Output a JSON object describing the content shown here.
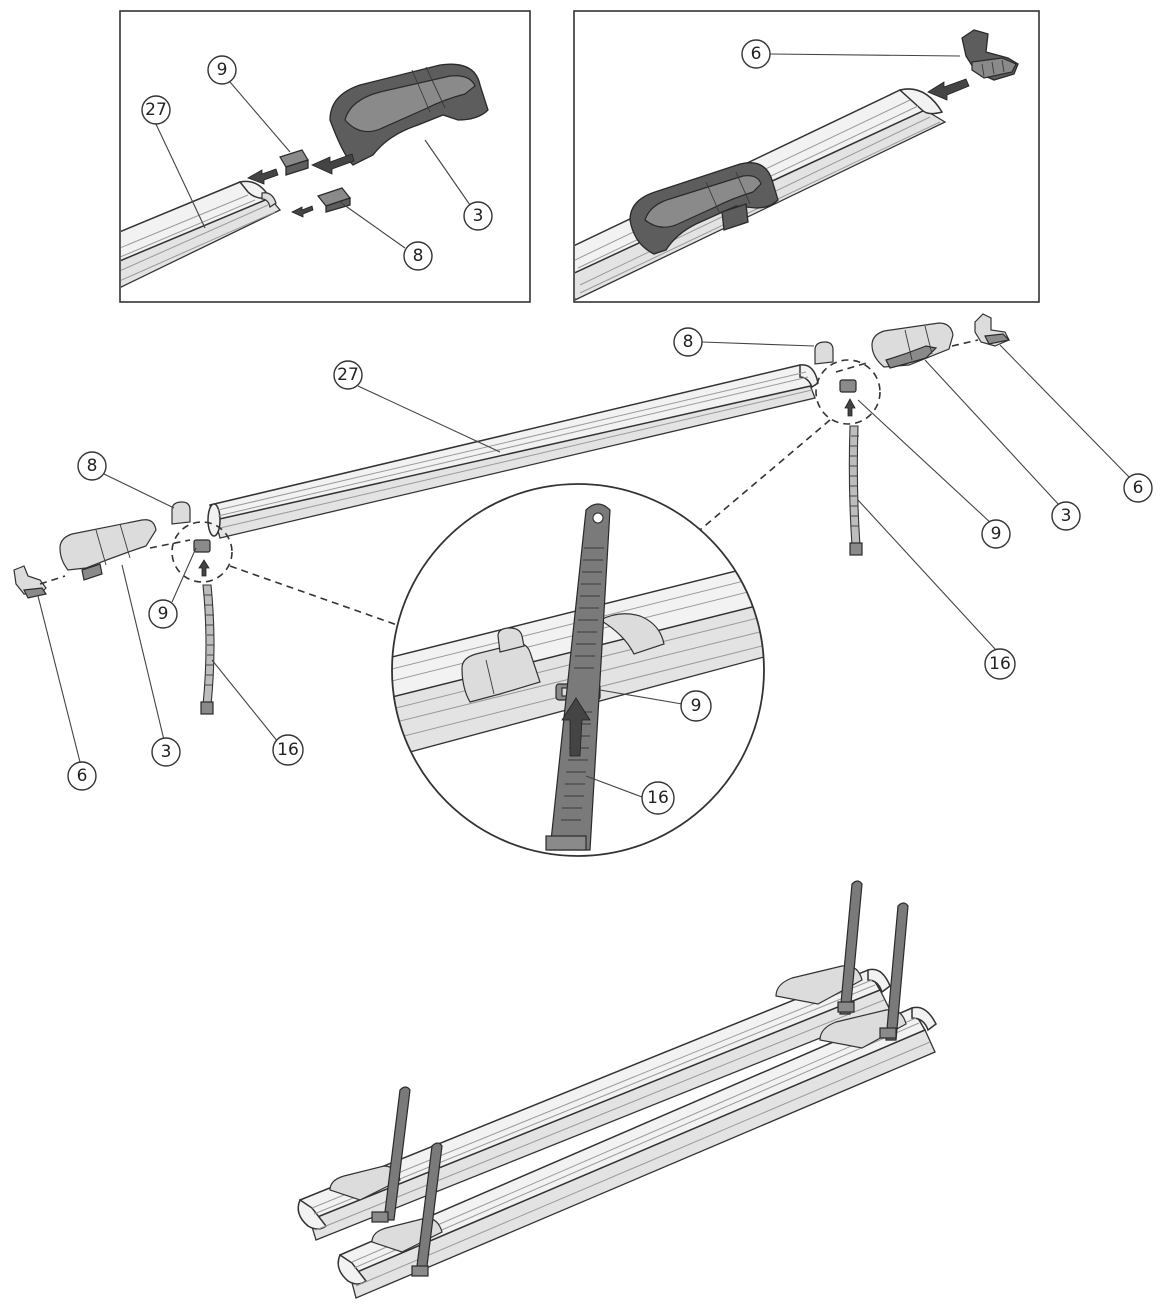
{
  "callouts": {
    "inset_left": [
      {
        "id": "il-27",
        "text": "27"
      },
      {
        "id": "il-9",
        "text": "9"
      },
      {
        "id": "il-3",
        "text": "3"
      },
      {
        "id": "il-8",
        "text": "8"
      }
    ],
    "inset_right": [
      {
        "id": "ir-6",
        "text": "6"
      }
    ],
    "main": [
      {
        "id": "m-8a",
        "text": "8"
      },
      {
        "id": "m-27",
        "text": "27"
      },
      {
        "id": "m-8b",
        "text": "8"
      },
      {
        "id": "m-9a",
        "text": "9"
      },
      {
        "id": "m-6a",
        "text": "6"
      },
      {
        "id": "m-3a",
        "text": "3"
      },
      {
        "id": "m-16a",
        "text": "16"
      },
      {
        "id": "m-9b",
        "text": "9"
      },
      {
        "id": "m-3b",
        "text": "3"
      },
      {
        "id": "m-6b",
        "text": "6"
      },
      {
        "id": "m-16b",
        "text": "16"
      }
    ],
    "magnifier": [
      {
        "id": "z-9",
        "text": "9"
      },
      {
        "id": "z-16",
        "text": "16"
      }
    ]
  }
}
